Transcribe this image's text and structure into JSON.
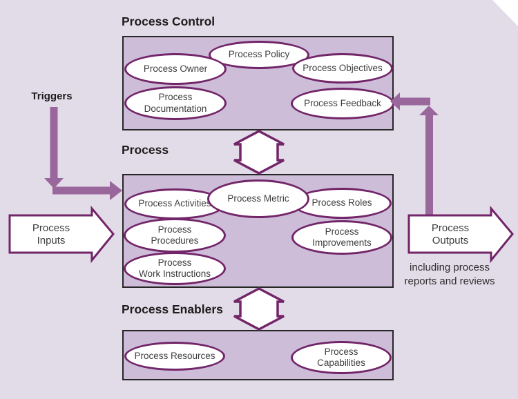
{
  "colors": {
    "background": "#e2dbe8",
    "box_fill": "#cdbdd8",
    "box_border": "#262626",
    "ellipse_stroke": "#722568",
    "solid_arrow": "#9a679d",
    "open_arrow_fill": "#ffffff",
    "text": "#3d3d3d"
  },
  "triggers": {
    "label": "Triggers"
  },
  "inputs_arrow": {
    "line1": "Process",
    "line2": "Inputs"
  },
  "outputs_arrow": {
    "line1": "Process",
    "line2": "Outputs",
    "note_line1": "including process",
    "note_line2": "reports and reviews"
  },
  "control": {
    "title": "Process Control",
    "ellipses": {
      "policy": {
        "line1": "Process Policy"
      },
      "owner": {
        "line1": "Process Owner"
      },
      "objectives": {
        "line1": "Process Objectives"
      },
      "documentation": {
        "line1": "Process",
        "line2": "Documentation"
      },
      "feedback": {
        "line1": "Process Feedback"
      }
    }
  },
  "process": {
    "title": "Process",
    "ellipses": {
      "metric": {
        "line1": "Process Metric"
      },
      "activities": {
        "line1": "Process Activities"
      },
      "roles": {
        "line1": "Process Roles"
      },
      "procedures": {
        "line1": "Process",
        "line2": "Procedures"
      },
      "improvements": {
        "line1": "Process",
        "line2": "Improvements"
      },
      "work_instructions": {
        "line1": "Process",
        "line2": "Work Instructions"
      }
    }
  },
  "enablers": {
    "title": "Process Enablers",
    "ellipses": {
      "resources": {
        "line1": "Process Resources"
      },
      "capabilities": {
        "line1": "Process",
        "line2": "Capabilities"
      }
    }
  }
}
